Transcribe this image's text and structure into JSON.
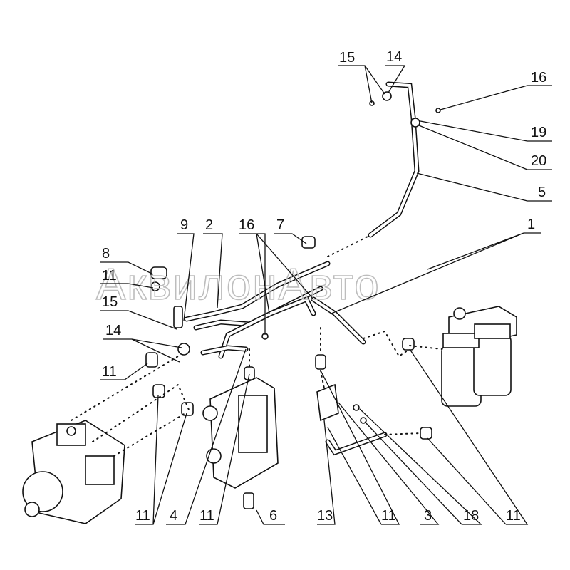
{
  "watermark": "АквилонАвто",
  "callouts": {
    "c15_top": "15",
    "c14_top": "14",
    "c16_right": "16",
    "c19": "19",
    "c20": "20",
    "c5": "5",
    "c1": "1",
    "c7": "7",
    "c16_mid": "16",
    "c2": "2",
    "c9": "9",
    "c8": "8",
    "c11_a": "11",
    "c15_left": "15",
    "c14_left": "14",
    "c11_b": "11",
    "c11_bot1": "11",
    "c4": "4",
    "c11_bot2": "11",
    "c6": "6",
    "c13": "13",
    "c11_bot3": "11",
    "c3": "3",
    "c18": "18",
    "c11_bot4": "11"
  }
}
